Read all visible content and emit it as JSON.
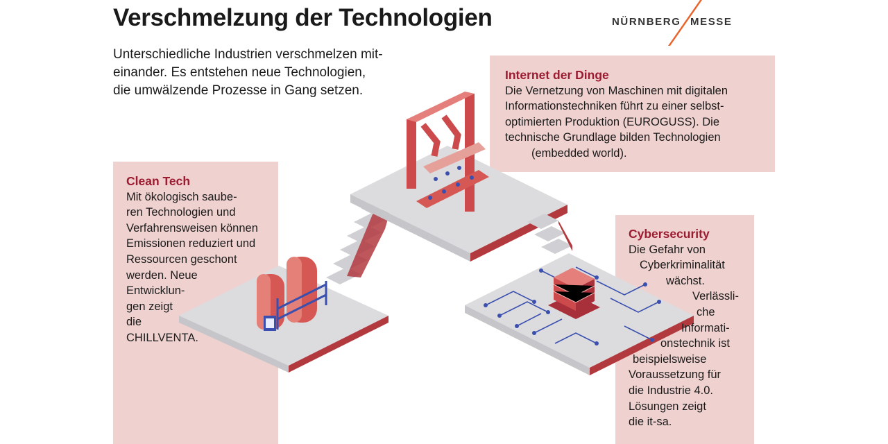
{
  "title": "Verschmelzung der Technologien",
  "intro": [
    "Unterschiedliche Industrien verschmelzen mit-",
    "einander. Es entstehen neue Technologien,",
    "die umwälzende Prozesse in Gang setzen."
  ],
  "logo": {
    "word1": "NÜRNBERG",
    "word2": "MESSE"
  },
  "iot": {
    "heading": "Internet der Dinge",
    "lines": [
      "Die Vernetzung von Maschinen mit digitalen",
      "Informationstechniken führt zu einer selbst-",
      "optimierten Produktion (EUROGUSS). Die",
      "technische Grundlage bilden Technologien",
      "(embedded world)."
    ]
  },
  "clean": {
    "heading": "Clean Tech",
    "lines": [
      "Mit ökologisch saube-",
      "ren Technologien und",
      "Verfahrensweisen können",
      "Emissionen reduziert und",
      "Ressourcen geschont",
      "werden. Neue",
      "Entwicklun-",
      "gen zeigt",
      "die",
      "CHILLVENTA."
    ]
  },
  "cyber": {
    "heading": "Cybersecurity",
    "lines": [
      "Die Gefahr von",
      "Cyberkriminalität",
      "wächst.",
      "Verlässli-",
      "che",
      "Informati-",
      "onstechnik ist",
      "beispielsweise",
      "Voraussetzung für",
      "die Industrie 4.0.",
      "Lösungen zeigt",
      "die it-sa."
    ]
  },
  "colors": {
    "accent": "#9b1b30",
    "box": "#efd2cf",
    "logo_slash": "#e8642b",
    "machine": "#cc4a4c",
    "platform": "#dcdcdf"
  }
}
